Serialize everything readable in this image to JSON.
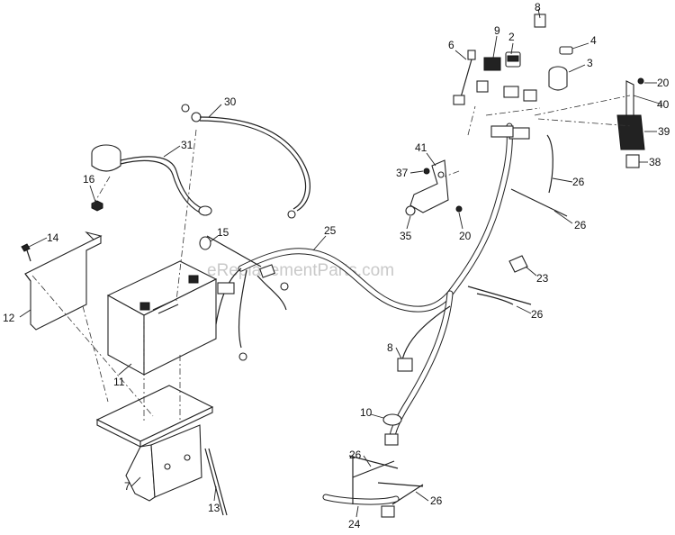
{
  "watermark": "eReplacementParts.com",
  "callouts": [
    {
      "id": "c1",
      "label": "8"
    },
    {
      "id": "c2",
      "label": "9"
    },
    {
      "id": "c3",
      "label": "2"
    },
    {
      "id": "c4",
      "label": "6"
    },
    {
      "id": "c5",
      "label": "4"
    },
    {
      "id": "c6",
      "label": "3"
    },
    {
      "id": "c7",
      "label": "20"
    },
    {
      "id": "c8",
      "label": "40"
    },
    {
      "id": "c9",
      "label": "39"
    },
    {
      "id": "c10",
      "label": "38"
    },
    {
      "id": "c11",
      "label": "30"
    },
    {
      "id": "c12",
      "label": "31"
    },
    {
      "id": "c13",
      "label": "16"
    },
    {
      "id": "c14",
      "label": "41"
    },
    {
      "id": "c15",
      "label": "37"
    },
    {
      "id": "c16",
      "label": "26"
    },
    {
      "id": "c17",
      "label": "26"
    },
    {
      "id": "c18",
      "label": "35"
    },
    {
      "id": "c19",
      "label": "20"
    },
    {
      "id": "c20",
      "label": "14"
    },
    {
      "id": "c21",
      "label": "15"
    },
    {
      "id": "c22",
      "label": "25"
    },
    {
      "id": "c23",
      "label": "23"
    },
    {
      "id": "c24",
      "label": "12"
    },
    {
      "id": "c25",
      "label": "26"
    },
    {
      "id": "c26",
      "label": "11"
    },
    {
      "id": "c27",
      "label": "8"
    },
    {
      "id": "c28",
      "label": "10"
    },
    {
      "id": "c29",
      "label": "7"
    },
    {
      "id": "c30",
      "label": "26"
    },
    {
      "id": "c31",
      "label": "13"
    },
    {
      "id": "c32",
      "label": "26"
    },
    {
      "id": "c33",
      "label": "24"
    }
  ]
}
